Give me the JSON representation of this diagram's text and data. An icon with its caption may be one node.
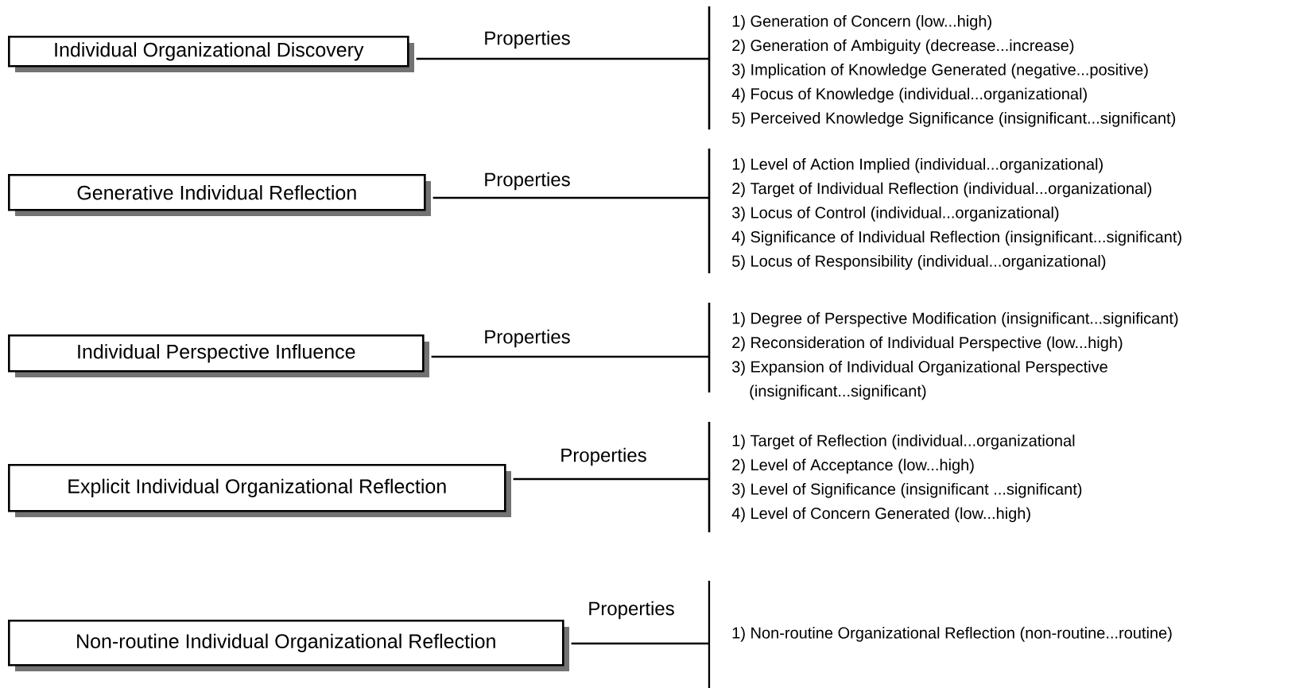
{
  "diagram": {
    "nodes": [
      {
        "text": [
          "Individual Organizational Discovery"
        ]
      },
      {
        "text": [
          "1) Generation of Concern (low...high)",
          "2) Generation of Ambiguity (decrease...increase)",
          "3) Implication of Knowledge Generated (negative...positive)",
          "4) Focus of Knowledge (individual...organizational)",
          "5) Perceived Knowledge Significance (insignificant...significant)"
        ]
      },
      {
        "text": [
          "Generative Individual Reflection"
        ]
      },
      {
        "text": [
          "1) Level of Action Implied (individual...organizational)",
          "2) Target of Individual Reflection (individual...organizational)",
          "3) Locus of Control (individual...organizational)",
          "4) Significance of Individual Reflection (insignificant...significant)",
          "5) Locus of Responsibility (individual...organizational)"
        ]
      },
      {
        "text": [
          "Individual Perspective Influence"
        ]
      },
      {
        "text": [
          "1) Degree of Perspective Modification (insignificant...significant)",
          "2) Reconsideration of Individual Perspective (low...high)",
          "3) Expansion of Individual Organizational Perspective (insignificant...significant)"
        ]
      },
      {
        "text": [
          "Explicit Individual Organizational Reflection"
        ]
      },
      {
        "text": [
          "1) Target of Reflection (individual...organizational",
          "2) Level of Acceptance (low...high)",
          "3) Level of Significance (insignificant ...significant)",
          "4) Level of Concern Generated (low...high)"
        ]
      },
      {
        "text": [
          "Non-routine Individual Organizational Reflection"
        ]
      },
      {
        "text": [
          "1) Non-routine Organizational Reflection (non-routine...routine)"
        ]
      }
    ],
    "edges": [
      {
        "from": 0,
        "to": 1,
        "arrow": "none",
        "label": "Properties"
      },
      {
        "from": 2,
        "to": 3,
        "arrow": "none",
        "label": "Properties"
      },
      {
        "from": 4,
        "to": 5,
        "arrow": "none",
        "label": "Properties"
      },
      {
        "from": 6,
        "to": 7,
        "arrow": "none",
        "label": "Properties"
      },
      {
        "from": 8,
        "to": 9,
        "arrow": "none",
        "label": "Properties"
      }
    ]
  }
}
